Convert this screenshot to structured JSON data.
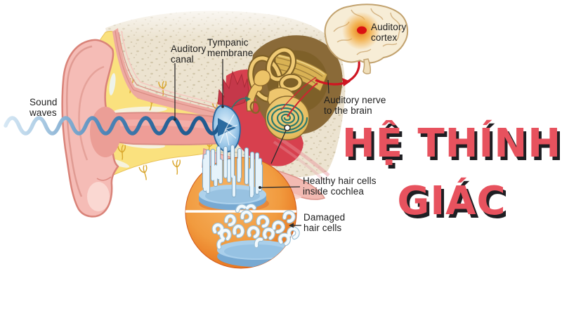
{
  "figure": {
    "type": "anatomical-diagram",
    "subject": "Human auditory system (ear, cochlea hair cells, auditory nerve and cortex)"
  },
  "title": {
    "line1": "HỆ THÍNH",
    "line2": "GIÁC",
    "color": "#e7525e",
    "shadow_color": "#1e1e22"
  },
  "labels": {
    "sound_waves": {
      "line1": "Sound",
      "line2": "waves"
    },
    "auditory_canal": {
      "line1": "Auditory",
      "line2": "canal"
    },
    "tympanic_membrane": {
      "line1": "Tympanic",
      "line2": "membrane"
    },
    "auditory_cortex": {
      "line1": "Auditory",
      "line2": "cortex"
    },
    "auditory_nerve": {
      "line1": "Auditory nerve",
      "line2": "to the brain"
    },
    "healthy_hair_cells": {
      "line1": "Healthy hair cells",
      "line2": "inside cochlea"
    },
    "damaged_hair_cells": {
      "line1": "Damaged",
      "line2": "hair cells"
    }
  },
  "colors": {
    "sound_wave_blue": "#1f5f96",
    "outer_ear_pink": "#f5bcb6",
    "bone_beige": "#ece3d0",
    "fat_yellow": "#fae17e",
    "middle_ear_red": "#d7404e",
    "cochlea_gold": "#eec66e",
    "nerve_red": "#cf1622",
    "cortex_dot_red": "#db1111",
    "inset_orange": "#ed8228",
    "hair_cell_blue": "#aed2ec"
  }
}
